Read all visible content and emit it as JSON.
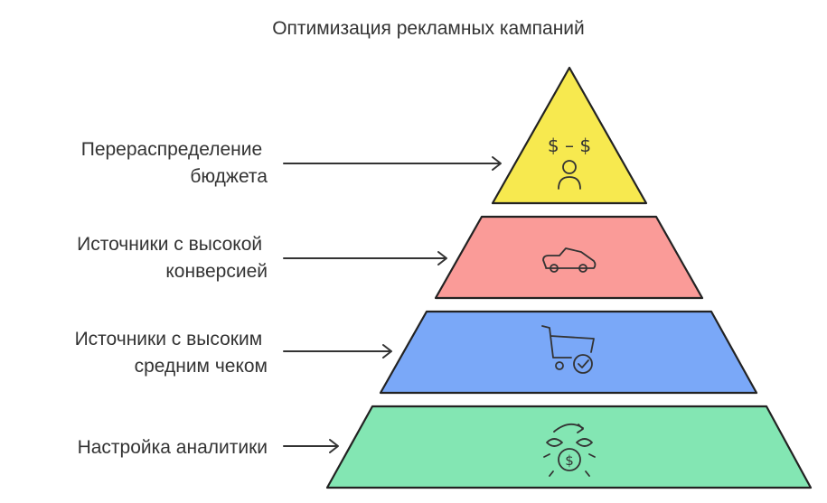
{
  "title": "Оптимизация рекламных кампаний",
  "tiers": [
    {
      "label_lines": [
        "Перераспределение",
        "бюджета"
      ],
      "icon": "budget-person-icon",
      "icon_text": "$ – $",
      "color": "#f7e94f"
    },
    {
      "label_lines": [
        "Источники с высокой",
        "конверсией"
      ],
      "icon": "car-icon",
      "color": "#fa9b98"
    },
    {
      "label_lines": [
        "Источники с высоким",
        "средним чеком"
      ],
      "icon": "cart-check-icon",
      "color": "#7aa8f8"
    },
    {
      "label_lines": [
        "Настройка аналитики"
      ],
      "icon": "money-cycle-icon",
      "color": "#83e6b3"
    }
  ]
}
